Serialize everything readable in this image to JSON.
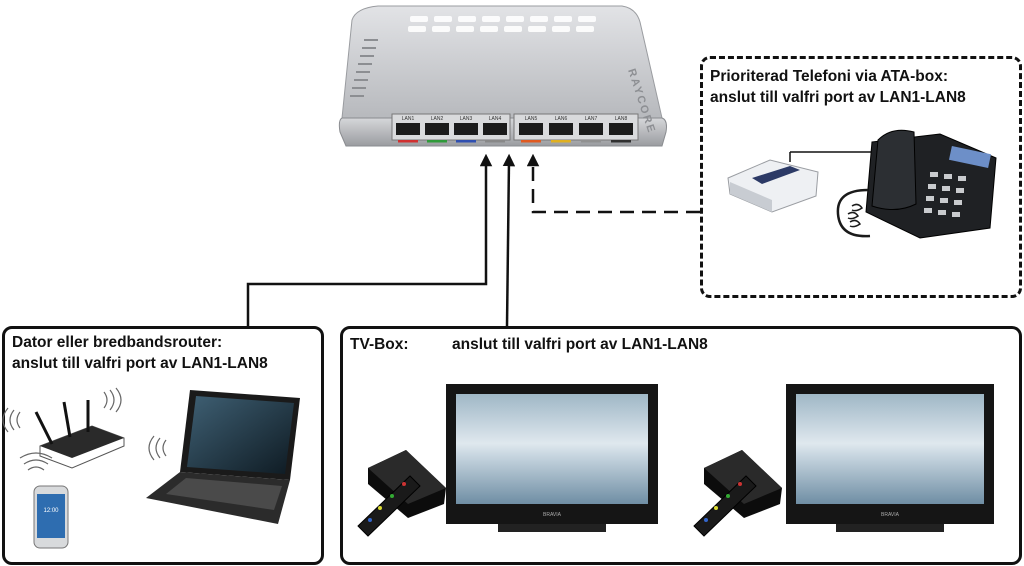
{
  "switch": {
    "brand": "RAYCORE",
    "ports": [
      "LAN1",
      "LAN2",
      "LAN3",
      "LAN4",
      "LAN5",
      "LAN6",
      "LAN7",
      "LAN8"
    ],
    "port_colors": [
      "#d03030",
      "#2f9a3a",
      "#2f4fb0",
      "#888888",
      "#e05a20",
      "#e0b020",
      "#909090",
      "#303030"
    ]
  },
  "computer_box": {
    "line1": "Dator eller bredbandsrouter:",
    "line2": "anslut till valfri port av LAN1-LAN8"
  },
  "tv_box": {
    "title": "TV-Box:",
    "text": "anslut till valfri port av LAN1-LAN8",
    "tv_brand": "BRAVIA"
  },
  "telephony_box": {
    "line1": "Prioriterad Telefoni via ATA-box:",
    "line2": "anslut till valfri port av LAN1-LAN8"
  },
  "phone_screen_time": "12:00",
  "icons": {
    "switch": "network-switch-icon",
    "router": "wifi-router-icon",
    "laptop": "laptop-icon",
    "phone": "smartphone-icon",
    "settopbox": "set-top-box-icon",
    "remote": "remote-control-icon",
    "tv": "flat-screen-tv-icon",
    "ata": "ata-adapter-icon",
    "deskphone": "desk-phone-icon"
  }
}
